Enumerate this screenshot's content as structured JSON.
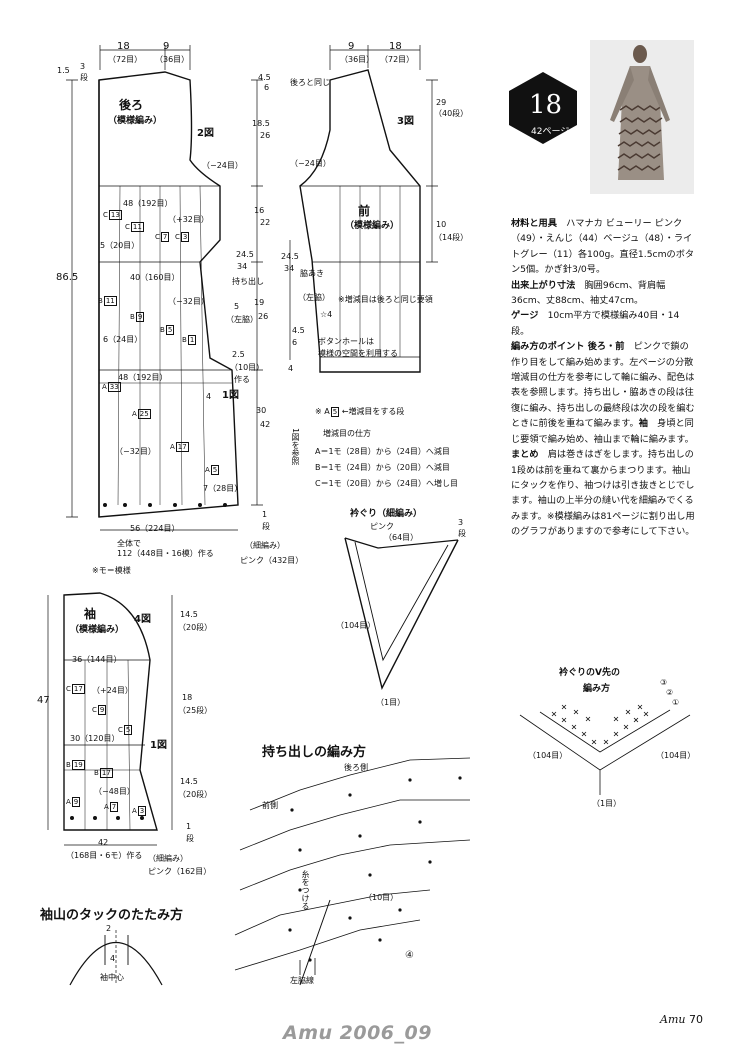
{
  "badge": {
    "number": "18",
    "page_ref": "42ページ"
  },
  "photo": {
    "alt": "knitted dress photo"
  },
  "back": {
    "title": "後ろ",
    "subtitle": "（模様編み）",
    "fig": "2図",
    "w_left": "18",
    "w_left_st": "（72目）",
    "w_right": "9",
    "w_right_st": "（36目）",
    "top_15": "1.5",
    "top_3": "3",
    "top_dan": "段",
    "dec_24": "（−24目）",
    "row_48": "48（192目）",
    "plus32": "（+32目）",
    "row_5": "5（20目）",
    "row_40": "40（160目）",
    "minus32a": "（−32目）",
    "row_6": "6（24目）",
    "row_48b": "48（192目）",
    "minus32b": "（−32目）",
    "h_865": "86.5",
    "bottom": "56（224目）",
    "bottom7": "7（28目）",
    "zentai": "全体で",
    "zentai2": "112（448目・16模）作る",
    "hosoami": "（細編み）",
    "pink432": "ピンク（432目）",
    "note": "※モ＝模様",
    "fig1": "1図",
    "fig1b": "1図",
    "cells": [
      "C",
      "13",
      "C",
      "11",
      "C",
      "7",
      "C",
      "3",
      "B",
      "11",
      "B",
      "9",
      "B",
      "5",
      "B",
      "1",
      "A",
      "33",
      "A",
      "25",
      "A",
      "17",
      "A",
      "5"
    ]
  },
  "measure_mid": {
    "v45": "4.5",
    "v6": "6",
    "v185": "18.5",
    "v26": "26",
    "v16": "16",
    "v22": "22",
    "v245": "24.5",
    "v34": "34",
    "mochi": "持ち出し",
    "v5": "5",
    "left": "（左脇）",
    "v19": "19",
    "v26b": "26",
    "v25": "2.5",
    "v10": "（10目）",
    "tsukuru": "作る",
    "v4": "4",
    "v30": "30",
    "v42": "42",
    "v1": "1",
    "dan": "段"
  },
  "front": {
    "title": "前",
    "subtitle": "（模様編み）",
    "fig": "3図",
    "w_left": "9",
    "w_left_st": "（36目）",
    "w_right": "18",
    "w_right_st": "（72目）",
    "same_back": "後ろと同じ",
    "dec24": "（−24目）",
    "h29": "29",
    "h40": "（40段）",
    "h10": "10",
    "h14": "（14段）",
    "h245": "24.5",
    "h34": "34",
    "h34b": "段",
    "waki": "脇あき",
    "left": "（左脇）",
    "h45": "4.5",
    "h6": "6",
    "h4": "4",
    "note1": "※増減目は後ろと同じ要領",
    "star4": "☆4",
    "button1": "ボタンホールは",
    "button2": "模様の空間を利用する"
  },
  "legend": {
    "l1": "※ A",
    "l1box": "5",
    "l1text": "←増減目をする段",
    "l2": "増減目の仕方",
    "l3": "A＝1モ（28目）から（24目）へ減目",
    "l4": "B＝1モ（24目）から（20目）へ減目",
    "l5": "C＝1モ（20目）から（24目）へ増し目",
    "side": "1図を参照"
  },
  "neck": {
    "title": "衿ぐり（細編み）",
    "color": "ピンク",
    "st64": "（64目）",
    "st104": "（104目）",
    "st1": "（1目）",
    "r3": "3",
    "dan": "段"
  },
  "sleeve": {
    "title": "袖",
    "subtitle": "（模様編み）",
    "fig": "4図",
    "h145": "14.5",
    "h20": "（20段）",
    "h18": "18",
    "h25": "（25段）",
    "h145b": "14.5",
    "h20b": "（20段）",
    "h1": "1",
    "dan": "段",
    "w36": "36（144目）",
    "plus24": "（+24目）",
    "w30": "30（120目）",
    "minus48": "（−48目）",
    "h47": "47",
    "w42": "42",
    "w42b": "（168目・6モ）作る",
    "hosoami": "（細編み）",
    "pink162": "ピンク（162目）",
    "fig1": "1図",
    "cells": [
      "C",
      "17",
      "C",
      "9",
      "C",
      "5",
      "B",
      "19",
      "B",
      "17",
      "A",
      "9",
      "A",
      "7",
      "A",
      "3"
    ]
  },
  "tuck": {
    "title": "袖山のタックのたたみ方",
    "n2": "2",
    "n4": "4",
    "center": "袖中心"
  },
  "mochidashi": {
    "title": "持ち出しの編み方",
    "back": "後ろ側",
    "front": "前側",
    "thread": "糸をつける",
    "n10": "（10目）",
    "left": "左脇線",
    "n4": "④"
  },
  "v_neck": {
    "title1": "衿ぐりのV先の",
    "title2": "編み方",
    "st104a": "（104目）",
    "st104b": "（104目）",
    "st1": "（1目）",
    "c1": "①",
    "c2": "②",
    "c3": "③"
  },
  "info": {
    "mat_label": "材料と用具",
    "mat": "ハマナカ ビューリー ピンク（49）・えんじ（44）ベージュ（48）・ライトグレー（11）各100g。直径1.5cmのボタン5個。かぎ針3/0号。",
    "size_label": "出来上がり寸法",
    "size": "胸囲96cm、背肩幅36cm、丈88cm、袖丈47cm。",
    "gauge_label": "ゲージ",
    "gauge": "10cm平方で模様編み40目・14段。",
    "point_label": "編み方のポイント 後ろ・前",
    "point": "ピンクで鎖の作り目をして編み始めます。左ページの分散増減目の仕方を参考にして輪に編み、配色は表を参照します。持ち出し・脇あきの段は往復に編み、持ち出しの最終段は次の段を編むときに前後を重ねて編みます。",
    "sleeve_label": "袖",
    "sleeve": "身頃と同じ要領で編み始め、袖山まで輪に編みます。",
    "finish_label": "まとめ",
    "finish": "肩は巻きはぎをします。持ち出しの1段めは前を重ねて裏からまつります。袖山にタックを作り、袖つけは引き抜きとじでします。袖山の上半分の縫い代を細編みでくるみます。※模様編みは81ページに割り出し用のグラフがありますので参考にして下さい。"
  },
  "footer": {
    "magazine": "Amu 2006_09",
    "brand": "Amu",
    "page": "70"
  }
}
